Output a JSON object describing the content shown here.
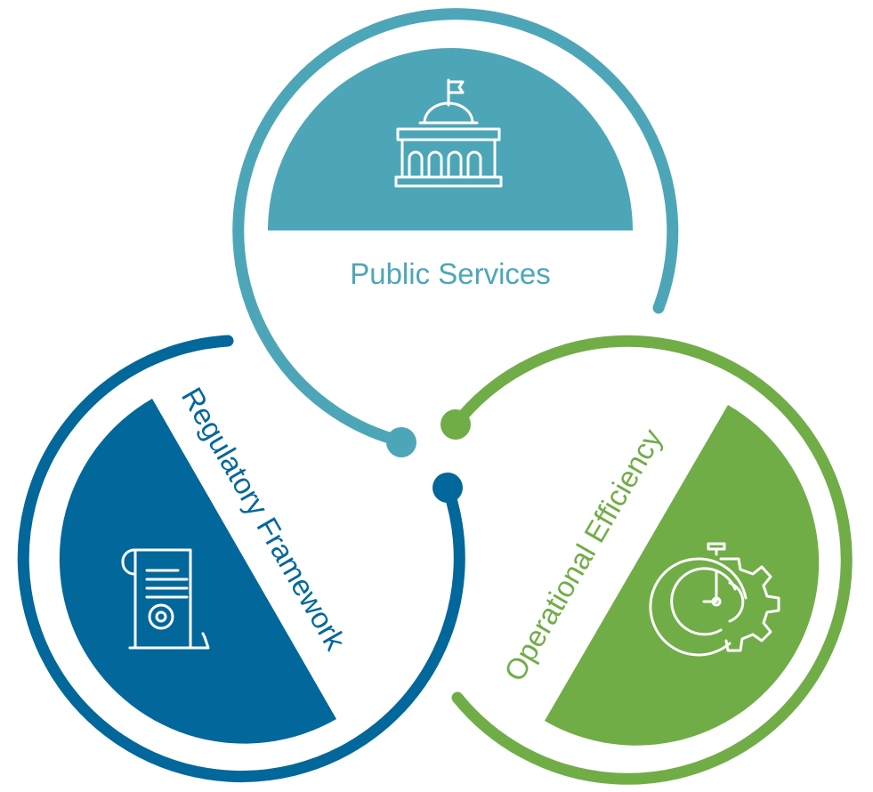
{
  "diagram": {
    "segments": [
      {
        "id": "public",
        "label": "Public Services",
        "icon": "capitol-building-icon",
        "color": "#4da6b8"
      },
      {
        "id": "regulatory",
        "label": "Regulatory Framework",
        "icon": "certificate-scroll-icon",
        "color": "#02679a"
      },
      {
        "id": "operational",
        "label": "Operational Efficiency",
        "icon": "clock-gear-icon",
        "color": "#70ad47"
      }
    ]
  }
}
